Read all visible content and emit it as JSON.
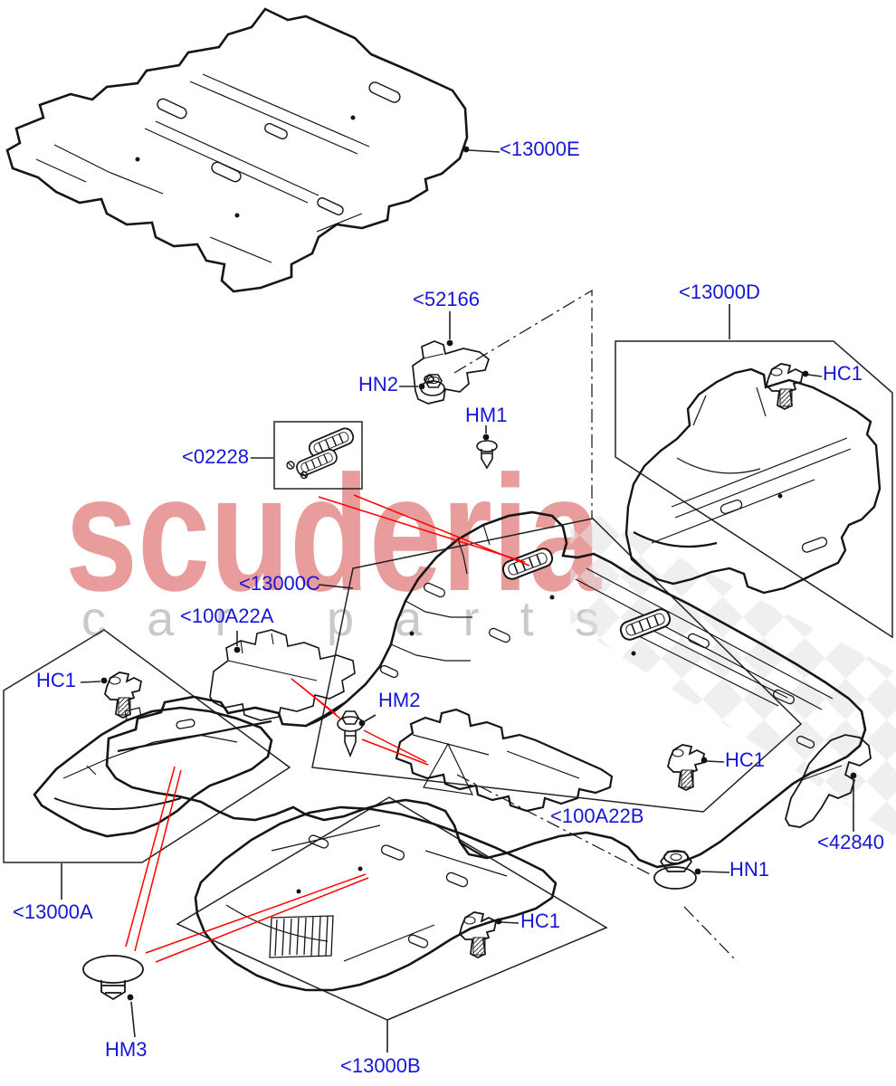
{
  "watermark": {
    "brand": "scuderia",
    "tagline": "car parts"
  },
  "colors": {
    "label_blue": "#1616d9",
    "callout_red": "#ff0000",
    "line_black": "#151515",
    "watermark_pink": "#e89c9c",
    "watermark_gray": "#c9c9c9",
    "checker_gray": "#e2e2e2"
  },
  "labels": {
    "p13000E": "<13000E",
    "p52166": "<52166",
    "hn2": "HN2",
    "p13000D": "<13000D",
    "hc1": "HC1",
    "hm1": "HM1",
    "p02228": "<02228",
    "p13000C": "<13000C",
    "p100A22A": "<100A22A",
    "hm2": "HM2",
    "p100A22B": "<100A22B",
    "p42840": "<42840",
    "hn1": "HN1",
    "p13000A": "<13000A",
    "hm3": "HM3",
    "p13000B": "<13000B"
  }
}
